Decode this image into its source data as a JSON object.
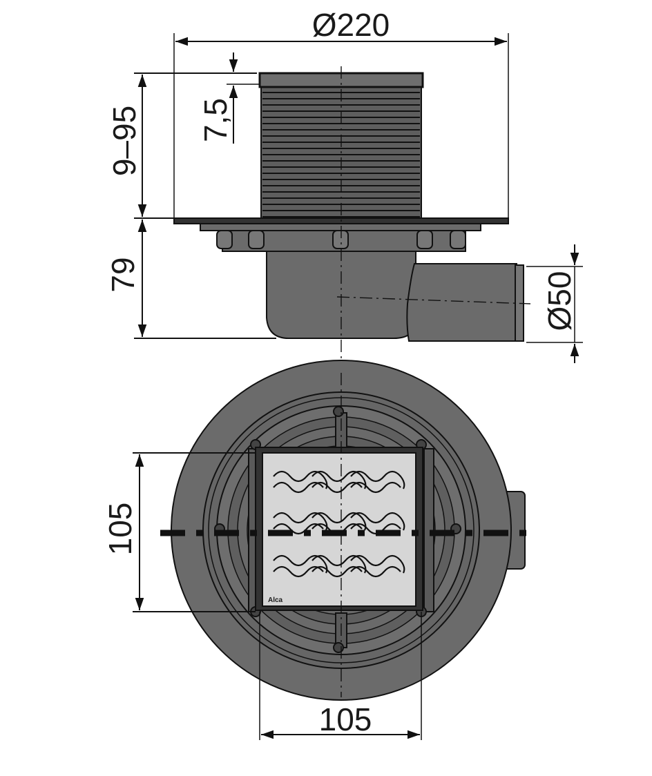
{
  "dimensions": {
    "overall_diameter": "Ø220",
    "height_adjustable": "9–95",
    "grate_thickness": "7,5",
    "body_height": "79",
    "outlet_diameter": "Ø50",
    "grate_height": "105",
    "grate_width": "105"
  },
  "grate_logo": "Alca",
  "colors": {
    "body": "#6b6b6b",
    "body_dark": "#555555",
    "line": "#111111",
    "grate": "#d6d6d6"
  }
}
